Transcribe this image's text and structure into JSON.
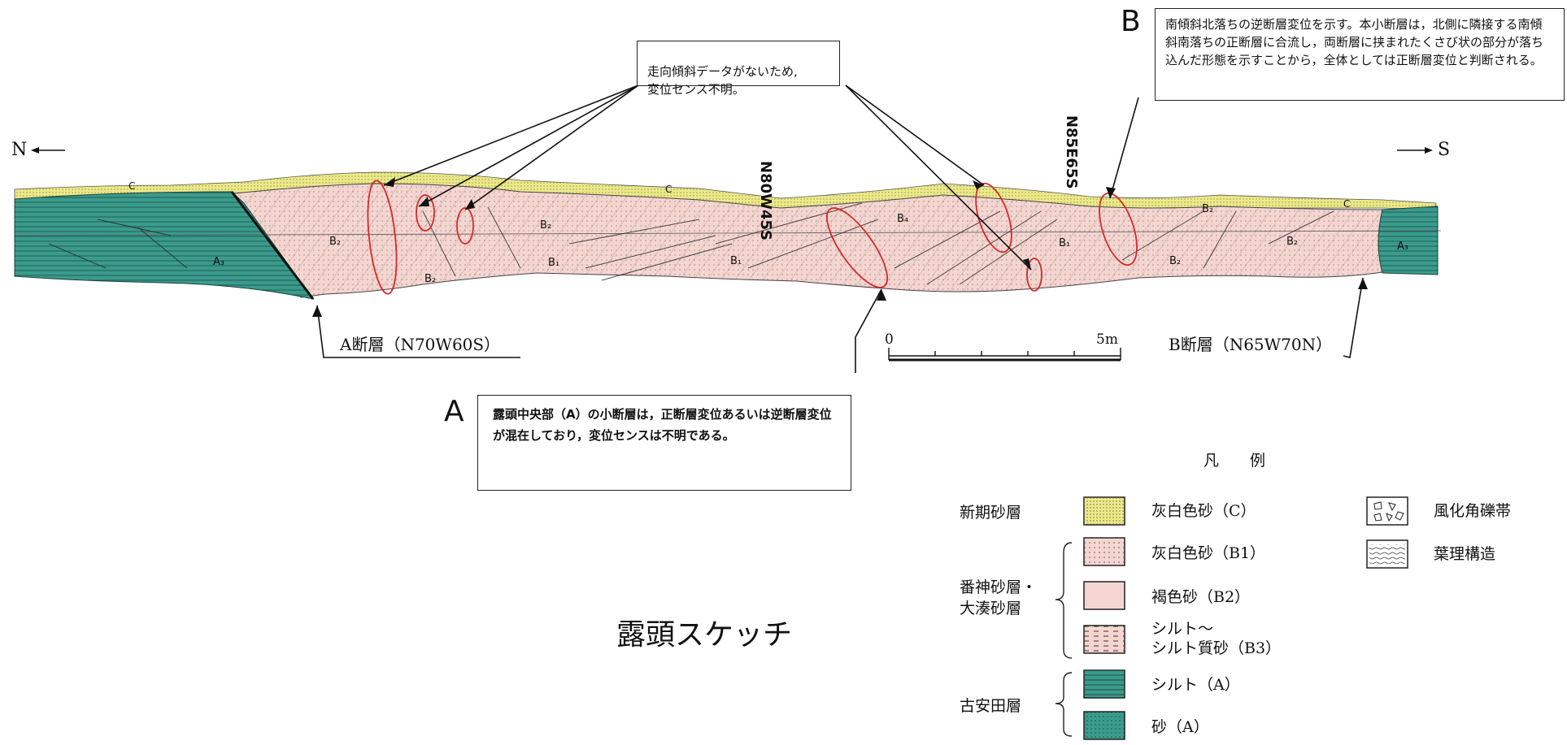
{
  "compass": {
    "north": "N",
    "south": "S"
  },
  "callouts": {
    "top": {
      "text": "走向傾斜データがないため,\n変位センス不明。"
    },
    "a": {
      "letter": "A",
      "text": "露頭中央部（A）の小断層は，正断層変位あるいは逆断層変位が混在しており，変位センスは不明である。"
    },
    "b": {
      "letter": "B",
      "text": "南傾斜北落ちの逆断層変位を示す。本小断層は，北側に隣接する南傾斜南落ちの正断層に合流し，両断層に挟まれたくさび状の部分が落ち込んだ形態を示すことから，全体としては正断層変位と判断される。"
    }
  },
  "strike_labels": {
    "n80w45s": "N80W45S",
    "n85e65s": "N85E65S"
  },
  "fault_labels": {
    "a": "A断層（N70W60S）",
    "b": "B断層（N65W70N）"
  },
  "scale": {
    "start": "0",
    "end": "5m"
  },
  "unit_labels": {
    "c": "C",
    "b1": "B₁",
    "b2": "B₂",
    "b4": "B₄",
    "a3": "A₃"
  },
  "title": "露頭スケッチ",
  "legend": {
    "heading": "凡　　例",
    "groups": {
      "new": "新期砂層",
      "banshin": "番神砂層・\n大湊砂層",
      "koyasuda": "古安田層"
    },
    "items": [
      {
        "label": "灰白色砂（C）",
        "color": "#ece98a"
      },
      {
        "label": "灰白色砂（B1）",
        "color": "#f3d2cc"
      },
      {
        "label": "褐色砂（B2）",
        "color": "#f5d5d0"
      },
      {
        "label": "シルト～\nシルト質砂（B3）",
        "color": "#f5d5d0"
      },
      {
        "label": "シルト（A）",
        "color": "#3a9b8c"
      },
      {
        "label": "砂（A）",
        "color": "#3a9b8c"
      }
    ],
    "extra": [
      {
        "label": "風化角礫帯"
      },
      {
        "label": "葉理構造"
      }
    ]
  }
}
